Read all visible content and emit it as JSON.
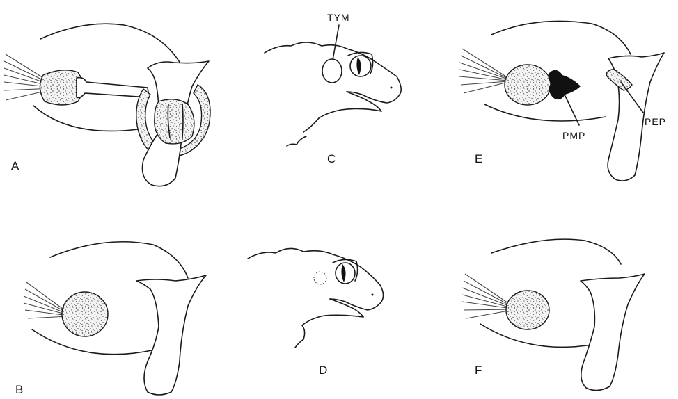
{
  "panels": [
    {
      "letter": "A"
    },
    {
      "letter": "B"
    },
    {
      "letter": "C"
    },
    {
      "letter": "D"
    },
    {
      "letter": "E"
    },
    {
      "letter": "F"
    }
  ],
  "annotations": {
    "tym": "TYM",
    "pmp": "PMP",
    "pep": "PEP"
  }
}
